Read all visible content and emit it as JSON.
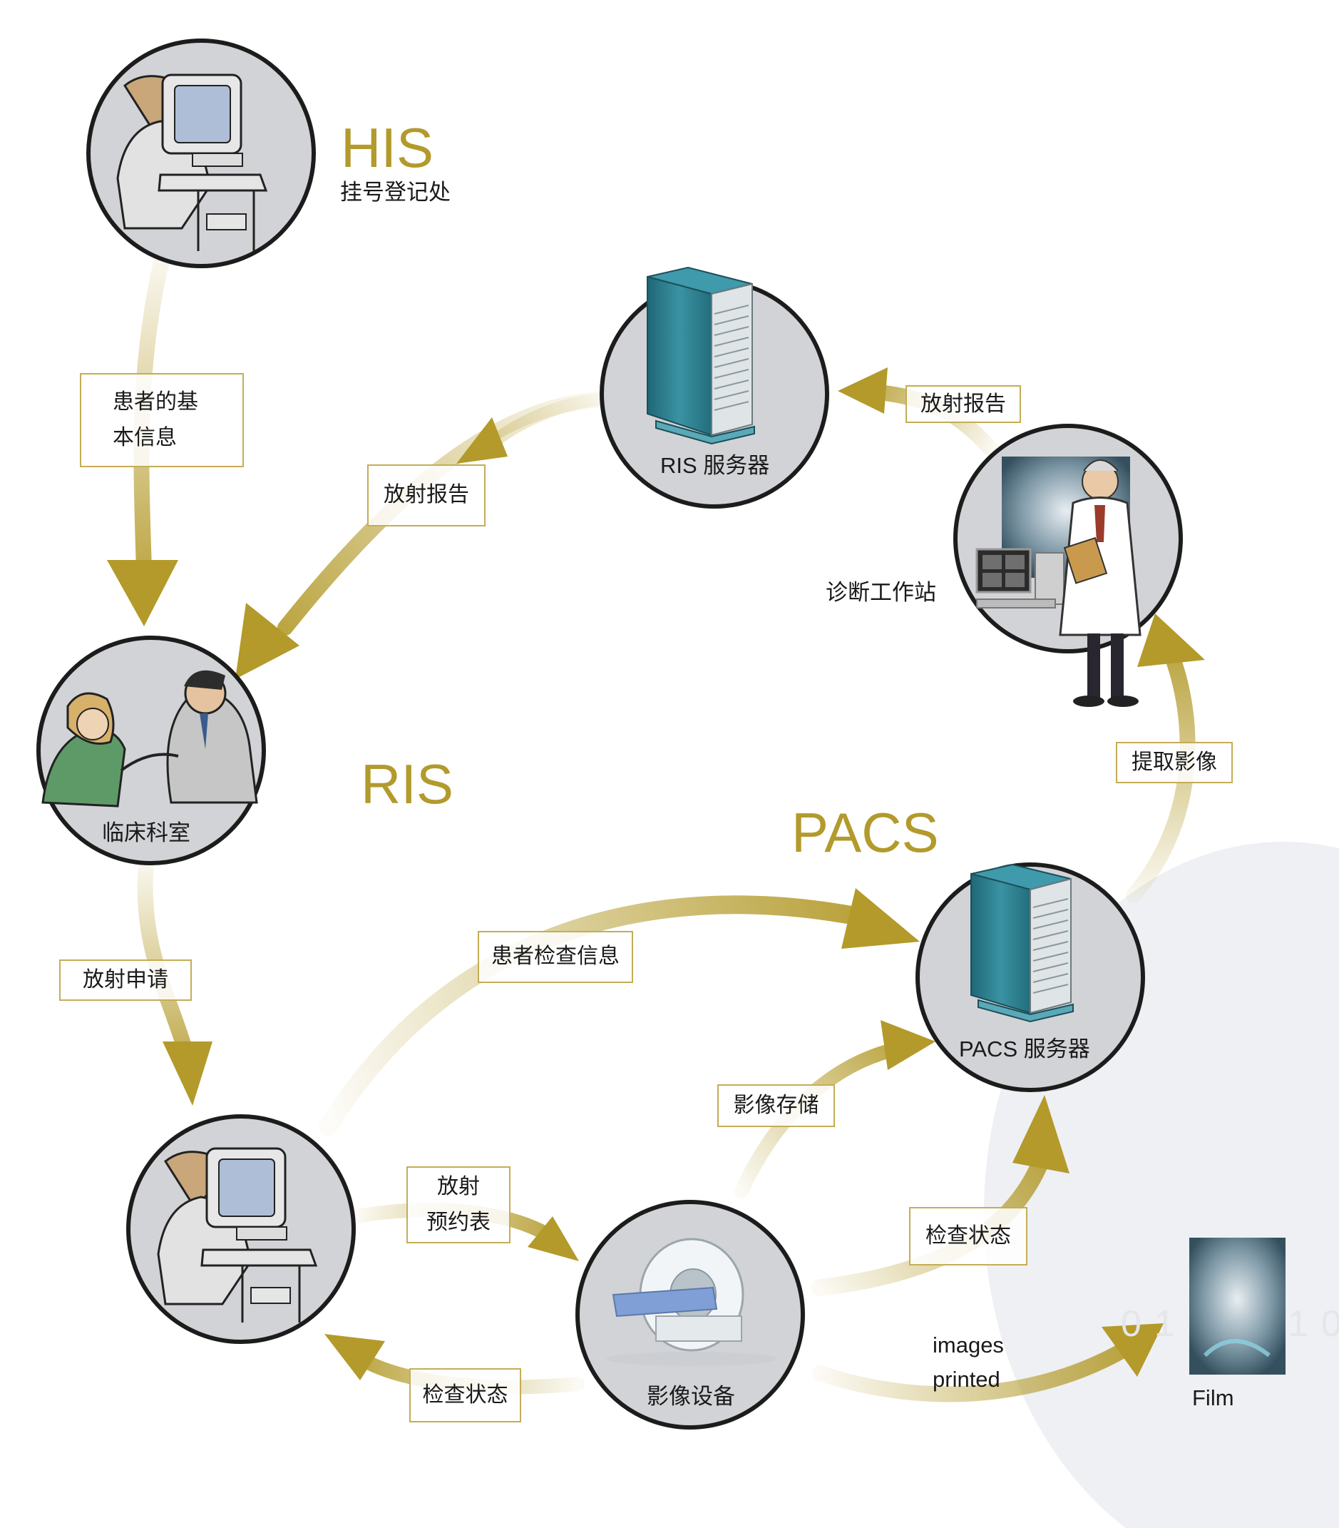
{
  "systems": {
    "his": "HIS",
    "ris": "RIS",
    "pacs": "PACS"
  },
  "nodes": {
    "his_registration": "挂号登记处",
    "ris_server": "RIS 服务器",
    "diagnostic_workstation": "诊断工作站",
    "clinical_department": "临床科室",
    "pacs_server": "PACS 服务器",
    "imaging_device": "影像设备",
    "film": "Film"
  },
  "flows": {
    "patient_basic_info": [
      "患者的基",
      "本信息"
    ],
    "report_to_clinic": "放射报告",
    "report_to_ris": "放射报告",
    "fetch_images": "提取影像",
    "radiology_request": "放射申请",
    "exam_info": "患者检查信息",
    "image_storage": "影像存储",
    "schedule": [
      "放射",
      "预约表"
    ],
    "status_to_pacs": "检查状态",
    "status_to_ris": "检查状态",
    "images_printed": [
      "images",
      "printed"
    ]
  },
  "decor": {
    "binary_left": "01",
    "binary_right": "10"
  },
  "colors": {
    "arrow": "#b39a2a",
    "system_label": "#b29a2c",
    "box_border": "#c4ad55",
    "server": "#2c7d8c"
  }
}
